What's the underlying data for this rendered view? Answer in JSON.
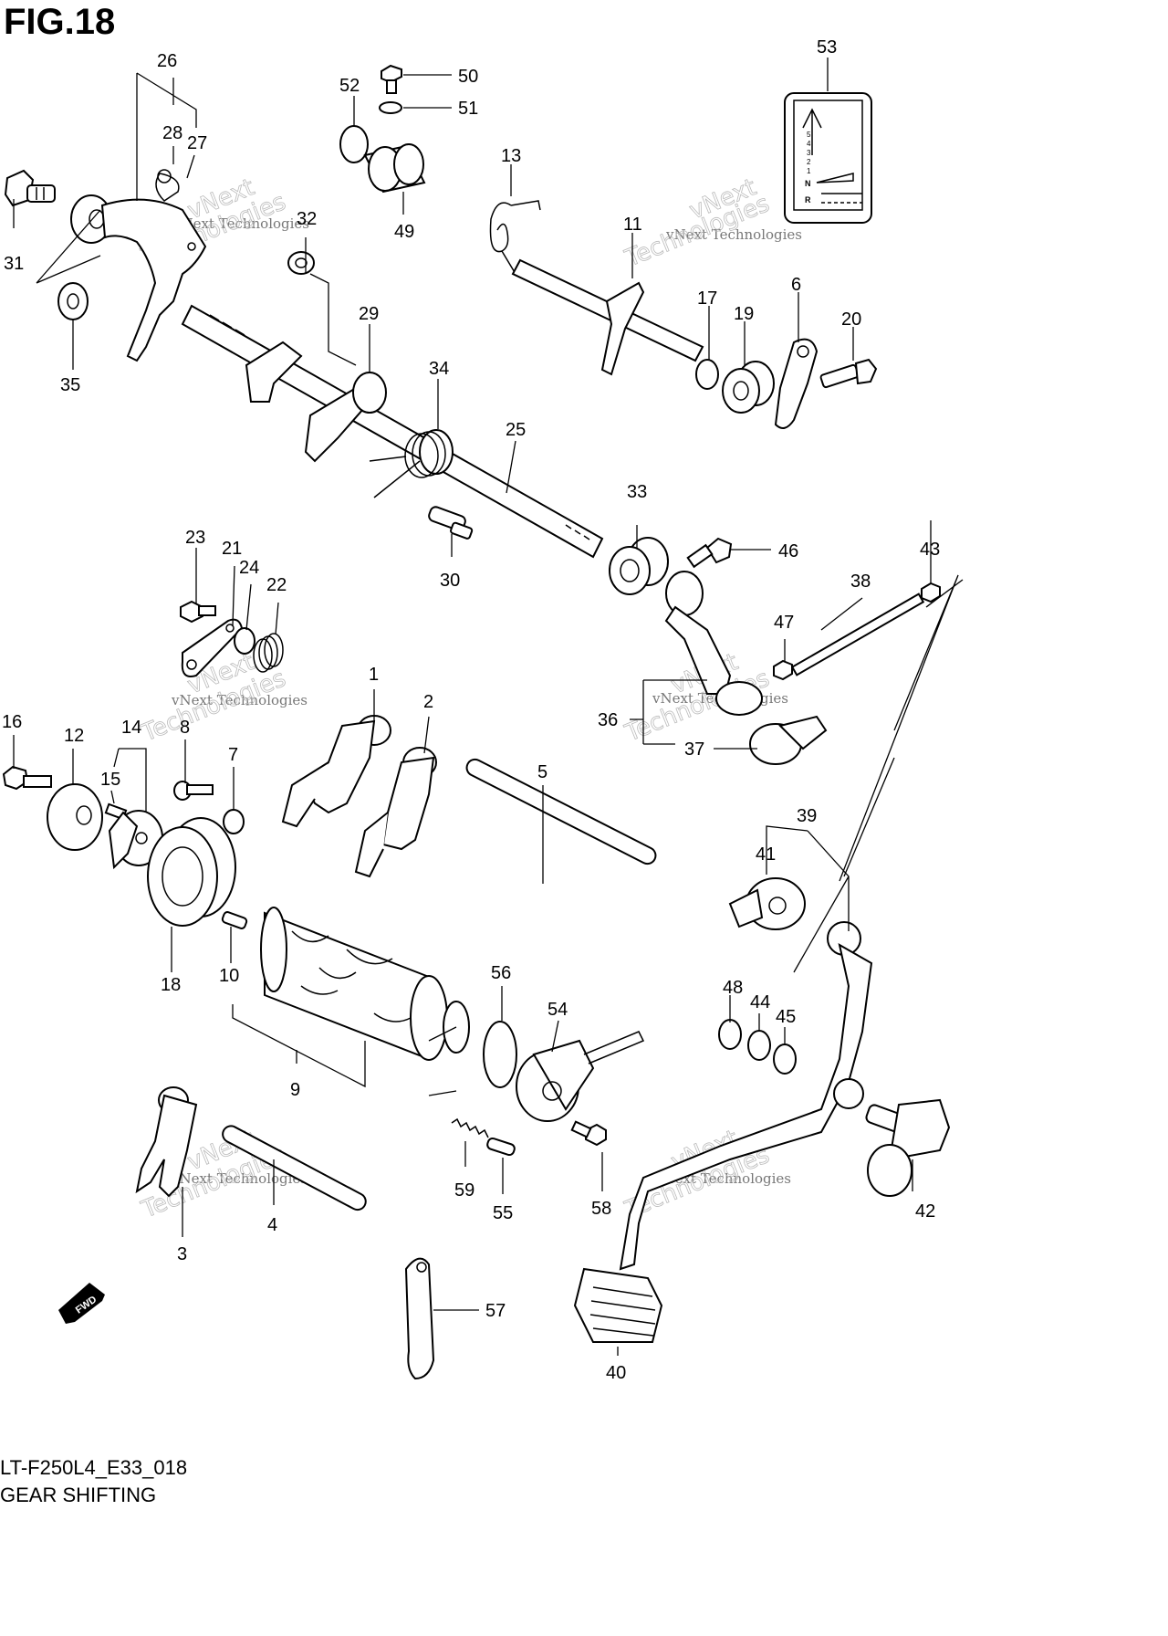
{
  "figure": {
    "title": "FIG.18",
    "model_code": "LT-F250L4_E33_018",
    "description": "GEAR SHIFTING",
    "fwd_label": "FWD"
  },
  "watermark": {
    "company": "vNext Technologies",
    "brand": "vNext",
    "word": "Technologies"
  },
  "callouts": [
    {
      "id": "c1",
      "label": "1"
    },
    {
      "id": "c2",
      "label": "2"
    },
    {
      "id": "c3",
      "label": "3"
    },
    {
      "id": "c4",
      "label": "4"
    },
    {
      "id": "c5",
      "label": "5"
    },
    {
      "id": "c6",
      "label": "6"
    },
    {
      "id": "c7",
      "label": "7"
    },
    {
      "id": "c8",
      "label": "8"
    },
    {
      "id": "c9",
      "label": "9"
    },
    {
      "id": "c10",
      "label": "10"
    },
    {
      "id": "c11",
      "label": "11"
    },
    {
      "id": "c12",
      "label": "12"
    },
    {
      "id": "c13",
      "label": "13"
    },
    {
      "id": "c14",
      "label": "14"
    },
    {
      "id": "c15",
      "label": "15"
    },
    {
      "id": "c16",
      "label": "16"
    },
    {
      "id": "c17",
      "label": "17"
    },
    {
      "id": "c18",
      "label": "18"
    },
    {
      "id": "c19",
      "label": "19"
    },
    {
      "id": "c20",
      "label": "20"
    },
    {
      "id": "c21",
      "label": "21"
    },
    {
      "id": "c22",
      "label": "22"
    },
    {
      "id": "c23",
      "label": "23"
    },
    {
      "id": "c24",
      "label": "24"
    },
    {
      "id": "c25",
      "label": "25"
    },
    {
      "id": "c26",
      "label": "26"
    },
    {
      "id": "c27",
      "label": "27"
    },
    {
      "id": "c28",
      "label": "28"
    },
    {
      "id": "c29",
      "label": "29"
    },
    {
      "id": "c30",
      "label": "30"
    },
    {
      "id": "c31",
      "label": "31"
    },
    {
      "id": "c32",
      "label": "32"
    },
    {
      "id": "c33",
      "label": "33"
    },
    {
      "id": "c34",
      "label": "34"
    },
    {
      "id": "c35",
      "label": "35"
    },
    {
      "id": "c36",
      "label": "36"
    },
    {
      "id": "c37",
      "label": "37"
    },
    {
      "id": "c38",
      "label": "38"
    },
    {
      "id": "c39",
      "label": "39"
    },
    {
      "id": "c40",
      "label": "40"
    },
    {
      "id": "c41",
      "label": "41"
    },
    {
      "id": "c42",
      "label": "42"
    },
    {
      "id": "c43",
      "label": "43"
    },
    {
      "id": "c44",
      "label": "44"
    },
    {
      "id": "c45",
      "label": "45"
    },
    {
      "id": "c46",
      "label": "46"
    },
    {
      "id": "c47",
      "label": "47"
    },
    {
      "id": "c48",
      "label": "48"
    },
    {
      "id": "c49",
      "label": "49"
    },
    {
      "id": "c50",
      "label": "50"
    },
    {
      "id": "c51",
      "label": "51"
    },
    {
      "id": "c52",
      "label": "52"
    },
    {
      "id": "c53",
      "label": "53"
    },
    {
      "id": "c54",
      "label": "54"
    },
    {
      "id": "c55",
      "label": "55"
    },
    {
      "id": "c56",
      "label": "56"
    },
    {
      "id": "c57",
      "label": "57"
    },
    {
      "id": "c58",
      "label": "58"
    },
    {
      "id": "c59",
      "label": "59"
    }
  ],
  "label_plate": {
    "gears": [
      "5",
      "4",
      "3",
      "2",
      "1"
    ],
    "neutral": "N",
    "reverse": "R"
  }
}
